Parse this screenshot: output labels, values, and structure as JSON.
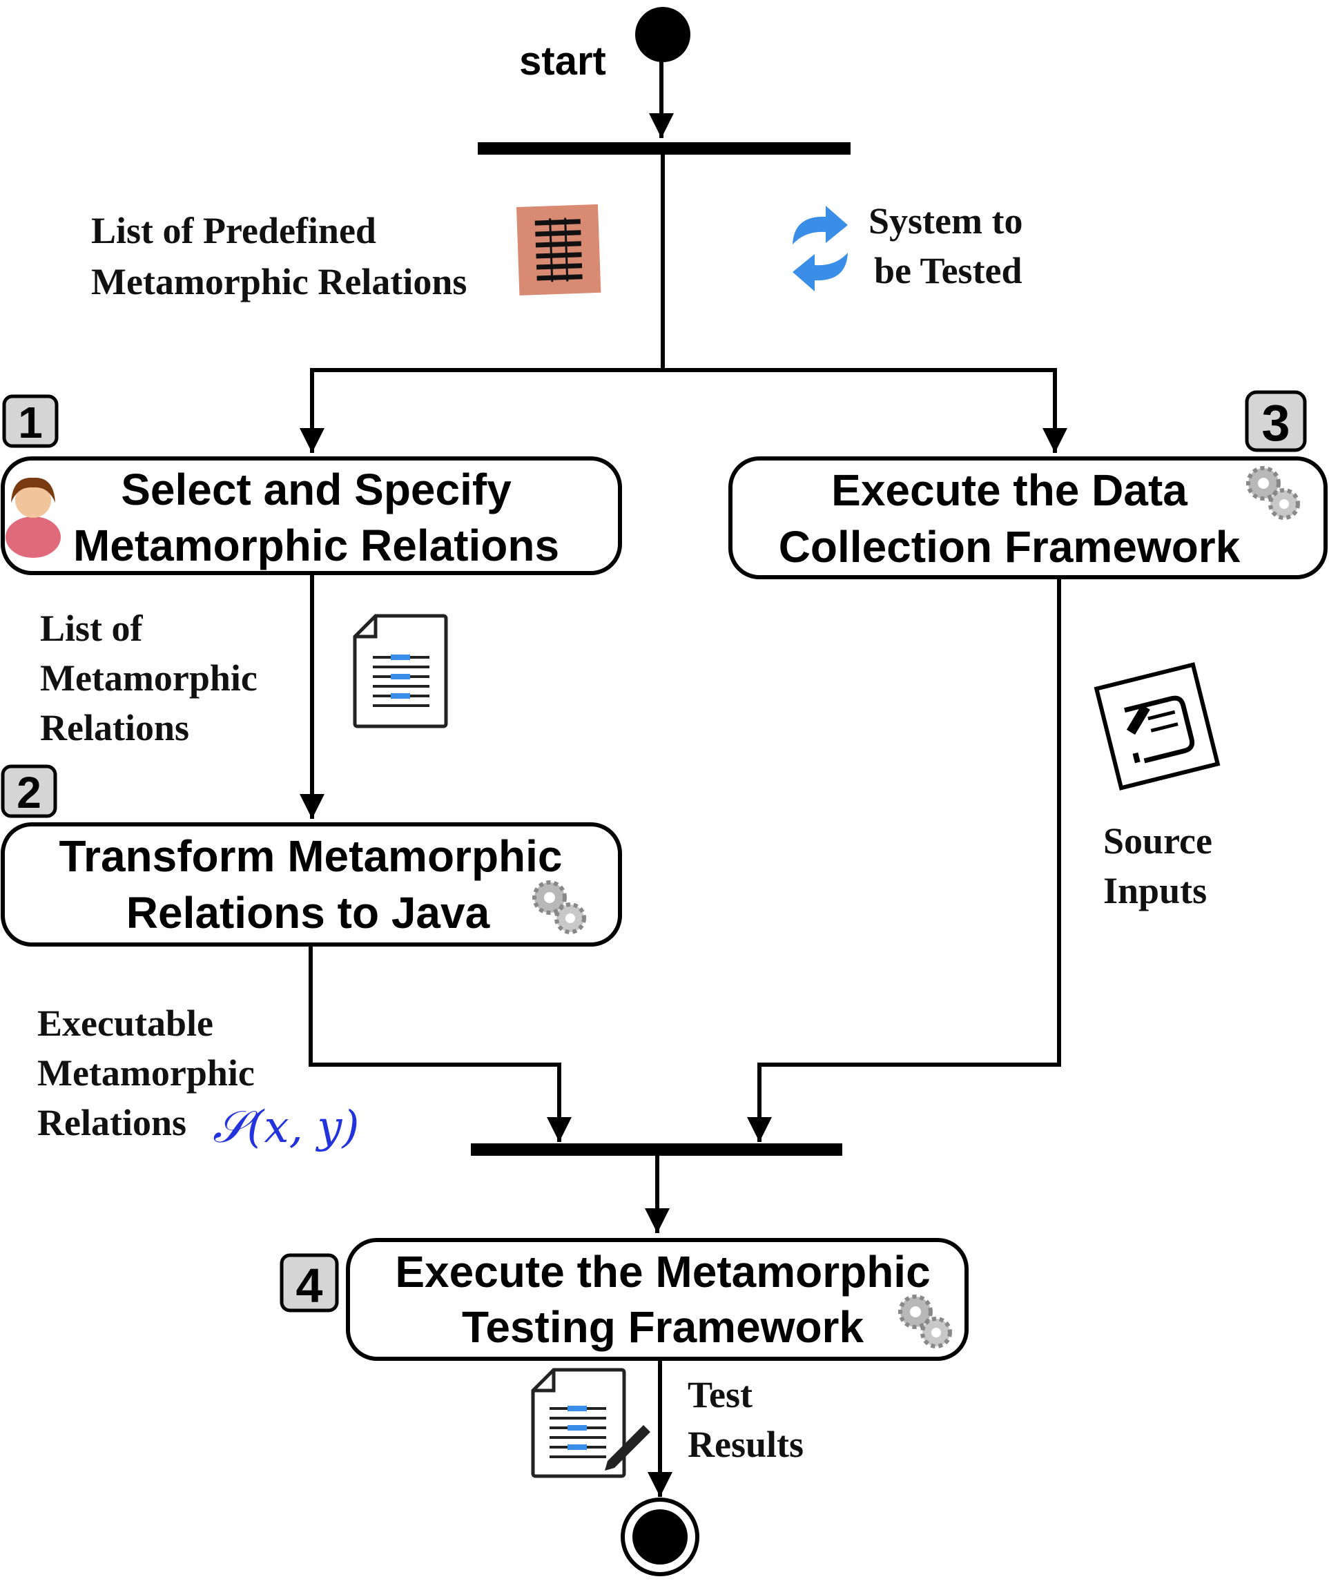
{
  "start_label": "start",
  "top_left_note": {
    "line1": "List of Predefined",
    "line2": "Metamorphic Relations",
    "icon": "predefined-list-icon"
  },
  "top_right_note": {
    "line1": "System to",
    "line2": "be Tested",
    "icon": "refresh-arrows-icon"
  },
  "steps": [
    {
      "number": "1",
      "line1": "Select and Specify",
      "line2": "Metamorphic Relations",
      "icon": "user-avatar-icon"
    },
    {
      "number": "2",
      "line1": "Transform Metamorphic",
      "line2": "Relations to Java",
      "icon": "gears-icon"
    },
    {
      "number": "3",
      "line1": "Execute the Data",
      "line2": "Collection Framework",
      "icon": "gears-icon"
    },
    {
      "number": "4",
      "line1": "Execute the Metamorphic",
      "line2": "Testing Framework",
      "icon": "gears-icon"
    }
  ],
  "edge_labels": {
    "mr_list": {
      "line1": "List of",
      "line2": "Metamorphic",
      "line3": "Relations",
      "icon": "document-icon"
    },
    "source_inputs": {
      "line1": "Source",
      "line2": "Inputs",
      "icon": "script-scroll-icon"
    },
    "executable_mr": {
      "line1": "Executable",
      "line2": "Metamorphic",
      "line3": "Relations",
      "math": "𝒮(x, y)"
    },
    "test_results": {
      "line1": "Test",
      "line2": "Results",
      "icon": "document-edit-icon"
    }
  },
  "colors": {
    "stroke": "#000000",
    "math": "#2233dd",
    "note_icon": "#d98a72",
    "arrow_icon": "#3a8ee8"
  }
}
